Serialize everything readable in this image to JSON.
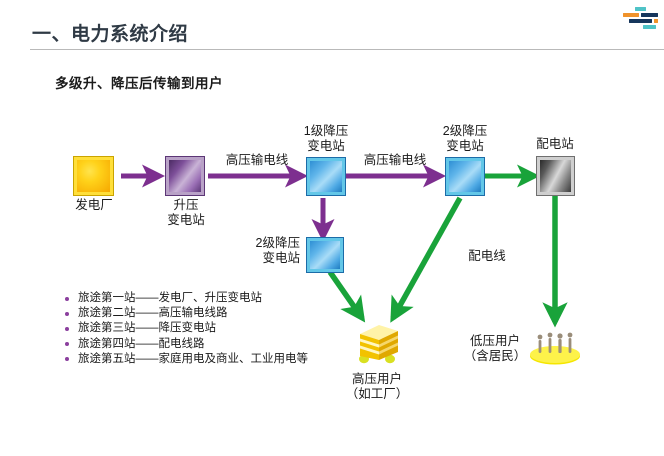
{
  "slide": {
    "title": "一、电力系统介绍",
    "subtitle": "多级升、降压后传输到用户"
  },
  "logo": {
    "name": "company-logo",
    "colors": [
      "#4fc3c7",
      "#f0932b",
      "#16365c"
    ]
  },
  "diagram": {
    "nodes": [
      {
        "id": "plant",
        "label": "发电厂",
        "kind": "power-plant",
        "color": "#ffd21a"
      },
      {
        "id": "step_up",
        "label": "升压\n变电站",
        "kind": "step-up-substation",
        "color": "#7d4f99"
      },
      {
        "id": "step_down_1",
        "label": "1级降压\n变电站",
        "kind": "step-down-substation-1",
        "color": "#5fb5ea"
      },
      {
        "id": "step_down_2a",
        "label": "2级降压\n变电站",
        "kind": "step-down-substation-2a",
        "color": "#5fb5ea"
      },
      {
        "id": "step_down_2b",
        "label": "2级降压\n变电站",
        "kind": "step-down-substation-2b",
        "color": "#5fb5ea"
      },
      {
        "id": "dist_station",
        "label": "配电站",
        "kind": "distribution-station",
        "color": "#8a8a8a"
      },
      {
        "id": "hv_user",
        "label": "高压用户\n（如工厂）",
        "kind": "high-voltage-user",
        "color": "#f3c300"
      },
      {
        "id": "lv_user",
        "label": "低压用户\n（含居民）",
        "kind": "low-voltage-user",
        "color": "#f3e100"
      }
    ],
    "node_labels": {
      "plant": "发电厂",
      "step_up_line1": "升压",
      "step_up_line2": "变电站",
      "step_down_1_line1": "1级降压",
      "step_down_1_line2": "变电站",
      "step_down_2a_line1": "2级降压",
      "step_down_2a_line2": "变电站",
      "step_down_2b_line1": "2级降压",
      "step_down_2b_line2": "变电站",
      "dist_station": "配电站",
      "hv_user_line1": "高压用户",
      "hv_user_line2": "（如工厂）",
      "lv_user_line1": "低压用户",
      "lv_user_line2": "（含居民）"
    },
    "link_labels": {
      "hv_line_1": "高压输电线",
      "hv_line_2": "高压输电线",
      "dist_line": "配电线"
    },
    "arrow_colors": {
      "purple": "#7d2f8f",
      "green": "#19a33a"
    }
  },
  "bullets": [
    "旅途第一站——发电厂、升压变电站",
    "旅途第二站——高压输电线路",
    "旅途第三站——降压变电站",
    "旅途第四站——配电线路",
    "旅途第五站——家庭用电及商业、工业用电等"
  ]
}
